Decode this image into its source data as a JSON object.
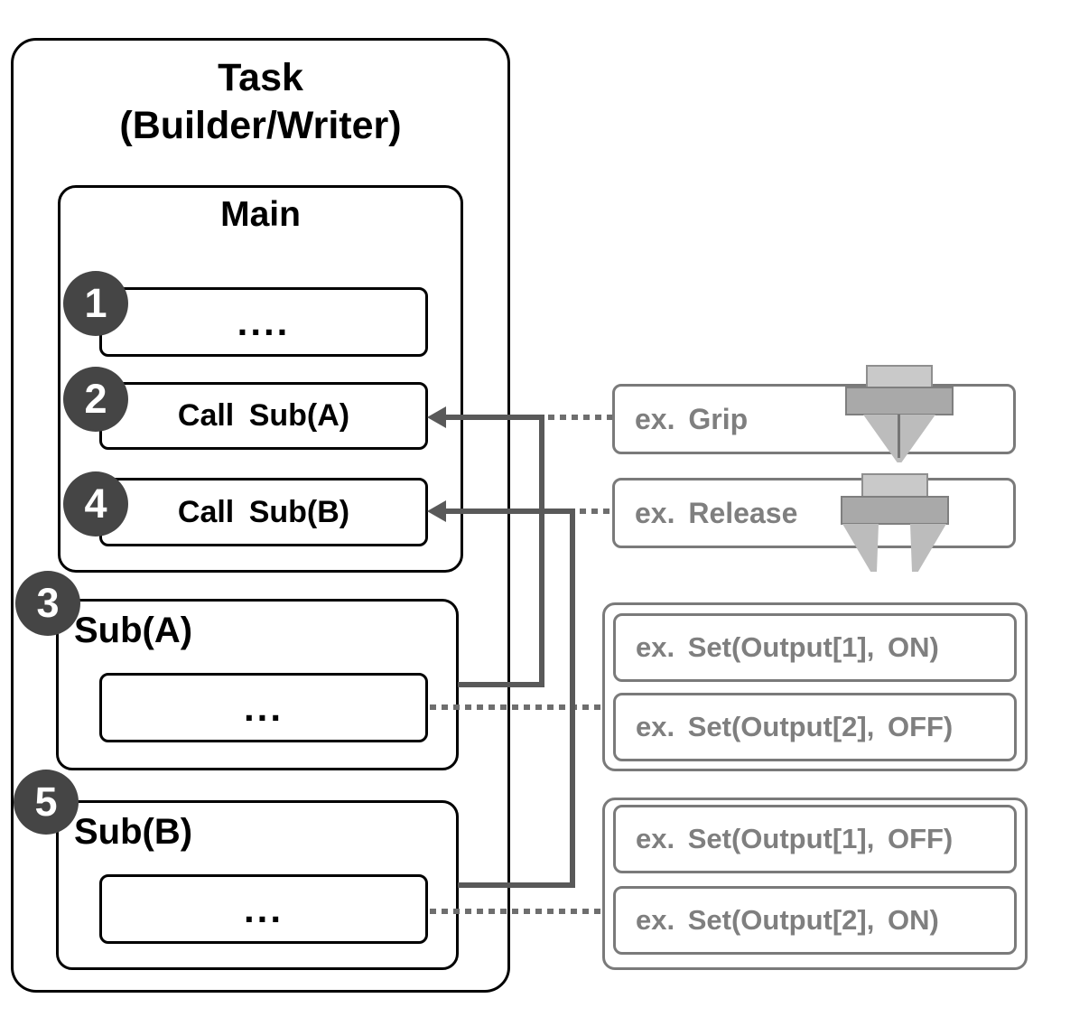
{
  "task": {
    "title_line1": "Task",
    "title_line2": "(Builder/Writer)"
  },
  "main": {
    "label": "Main",
    "steps": [
      {
        "badge": "1",
        "text": "...."
      },
      {
        "badge": "2",
        "text": "Call Sub(A)"
      },
      {
        "badge": "4",
        "text": "Call Sub(B)"
      }
    ]
  },
  "subroutines": [
    {
      "badge": "3",
      "label": "Sub(A)",
      "body": "..."
    },
    {
      "badge": "5",
      "label": "Sub(B)",
      "body": "..."
    }
  ],
  "annotations": {
    "grip_label": "ex. Grip",
    "release_label": "ex. Release",
    "sub_a_examples": [
      "ex. Set(Output[1], ON)",
      "ex. Set(Output[2], OFF)"
    ],
    "sub_b_examples": [
      "ex. Set(Output[1], OFF)",
      "ex. Set(Output[2], ON)"
    ]
  },
  "icons": {
    "grip": "gripper-closed-icon",
    "release": "gripper-open-icon"
  },
  "colors": {
    "outline": "#000000",
    "connector": "#595959",
    "dotted_line": "#6e6e6e",
    "badge_fill": "#454545",
    "badge_text": "#ffffff",
    "annotation_border": "#7a7a7a",
    "annotation_text": "#7f7f7f",
    "icon_light_gray": "#c9c9c9",
    "icon_mid_gray": "#a9a9a9",
    "icon_finger_gray": "#bcbcbc"
  }
}
